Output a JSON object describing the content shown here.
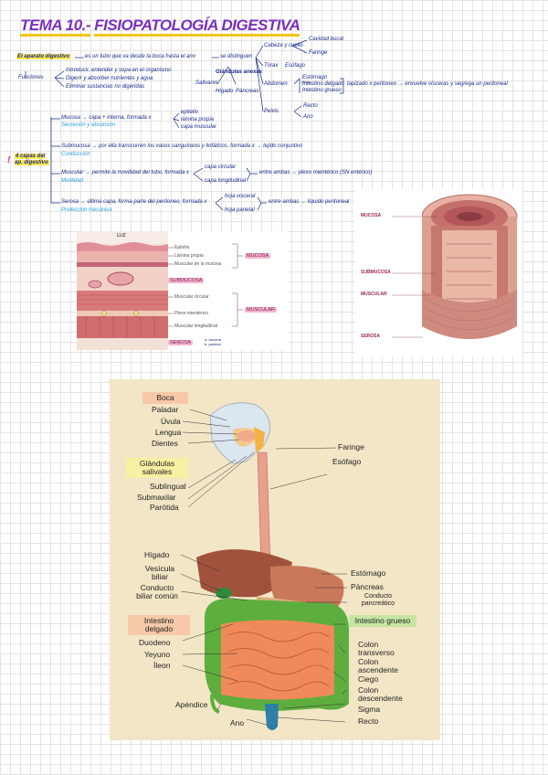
{
  "title": {
    "number": "TEMA 10.-",
    "text": "FISIOPATOLOGÍA DIGESTIVA"
  },
  "concept_map": {
    "main": "El aparato digestivo",
    "def": "es un tubo que va desde la boca hasta el ano",
    "distinguen": "se distinguen",
    "functions_label": "Funciones",
    "functions": [
      "Introducir, entender y sopa en el organismo",
      "Digerir y absorber nutrientes y agua",
      "Eliminar sustancias no digeridas"
    ],
    "head": "Cabeza y cuello",
    "cavidad": "Cavidad bucal",
    "faringe": "Faringe",
    "torax": "Tórax",
    "esofago": "Esófago",
    "anexos": "Glándulas anexas",
    "salivares": "Salivares",
    "higado": "Hígado",
    "pancreas": "Páncreas",
    "abdomen": "Abdomen",
    "abdomen_items": [
      "Estómago",
      "Intestino delgado",
      "Intestino grueso"
    ],
    "peritoneo": "tapizado x peritoneo → envuelve vísceras y segrega un peritoneal",
    "pelvis": "Pelvis",
    "pelvis_items": [
      "Recto",
      "Ano"
    ],
    "capas_label": "4 capas del ap. digestivo",
    "capas": [
      {
        "main": "Mucosa → capa + interna, formada x",
        "sub": "Secreción y absorción",
        "items": [
          "epitelio",
          "lámina propia",
          "capa muscular"
        ]
      },
      {
        "main": "Submucosa → por ella transcurren los vasos sanguíneos y linfáticos, formada x → tejido conjuntivo",
        "sub": "Conducción",
        "items": []
      },
      {
        "main": "Muscular → permite la movilidad del tubo, formada x",
        "sub": "Motilidad",
        "items": [
          "capa circular",
          "capa longitudinal"
        ],
        "extra": "entre ambas → plexo mientérico (SN entérico)"
      },
      {
        "main": "Serosa → última capa, forma parte del peritoneo, formada x",
        "sub": "Protección mecánica",
        "items": [
          "hoja visceral",
          "hoja parietal"
        ],
        "extra": "entre ambas → líquido peritoneal"
      }
    ]
  },
  "layers_figure": {
    "luz": "LUZ",
    "items": [
      "Epitelio",
      "Lámina propia",
      "Muscular de la mucosa",
      "SUBMUCOSA",
      "Muscular circular",
      "Plexo mientérico",
      "Muscular longitudinal",
      "SEROSA"
    ],
    "groups": [
      "MUCOSA",
      "MUSCULAR"
    ],
    "serosa_note": "a. visceral\nb. parietal"
  },
  "tube_figure": {
    "labels": [
      "MUCOSA",
      "SUBMUCOSA",
      "MUSCULAR",
      "SEROSA"
    ]
  },
  "anatomy": {
    "boxes": {
      "boca": "Boca",
      "glandulas": "Glándulas salivales",
      "intestino_delgado": "Intestino delgado",
      "intestino_grueso": "Intestino grueso"
    },
    "left": [
      "Paladar",
      "Úvula",
      "Lengua",
      "Dientes",
      "Sublingual",
      "Submaxilar",
      "Parótida",
      "Hígado",
      "Vesícula biliar",
      "Conducto biliar común",
      "Duodeno",
      "Yeyuno",
      "Íleon",
      "Apéndice",
      "Ano"
    ],
    "right": [
      "Faringe",
      "Esófago",
      "Estómago",
      "Páncreas",
      "Conducto pancreático",
      "Colon transverso",
      "Colon ascendente",
      "Ciego",
      "Colon descendente",
      "Sigma",
      "Recto"
    ],
    "colors": {
      "liver": "#a0523c",
      "stomach": "#c9785a",
      "small_intestine": "#f08a5a",
      "large_intestine": "#5dae3e",
      "esophagus": "#e8a08a",
      "bg": "#f3e6c6"
    }
  }
}
